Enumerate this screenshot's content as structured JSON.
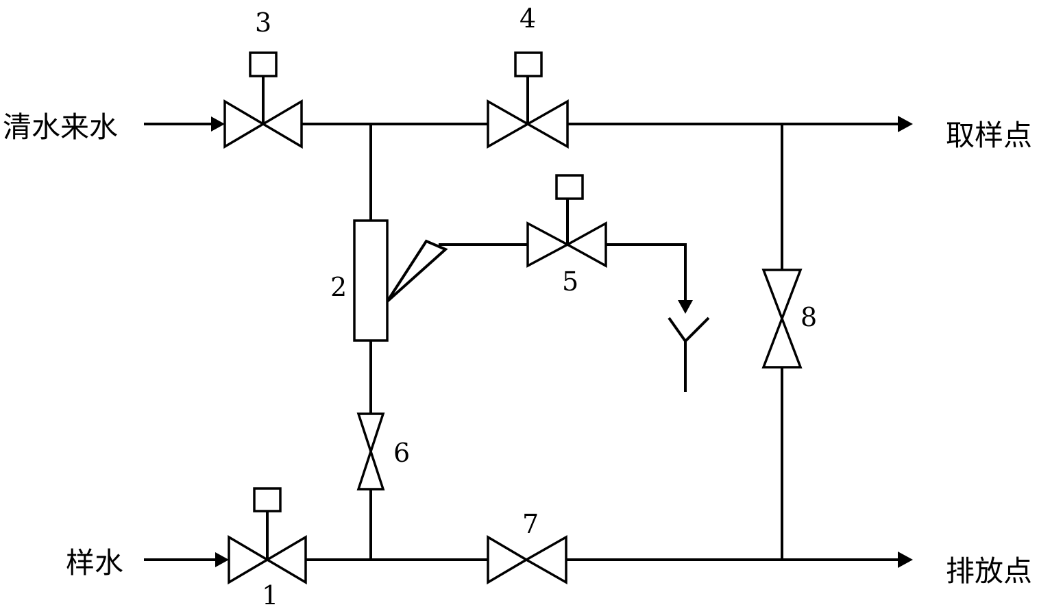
{
  "labels": {
    "clean_water_inlet": "清水来水",
    "sample_water_inlet": "样水",
    "sampling_point": "取样点",
    "discharge_point": "排放点"
  },
  "components": {
    "valve_1": "1",
    "flowmeter_2": "2",
    "valve_3": "3",
    "valve_4": "4",
    "valve_5": "5",
    "valve_6": "6",
    "valve_7": "7",
    "valve_8": "8"
  }
}
